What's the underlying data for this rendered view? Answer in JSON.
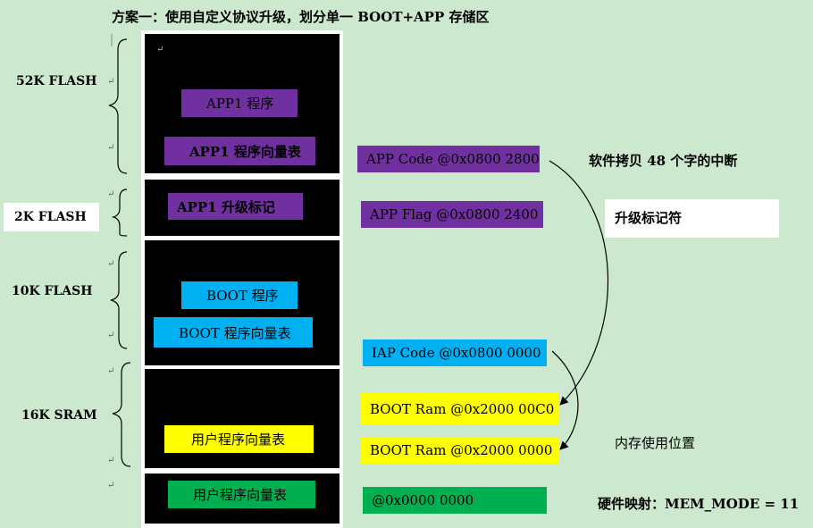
{
  "title": "方案一：使用自定义协议升级，划分单一 BOOT+APP 存储区",
  "regions": {
    "flash52": "52K FLASH",
    "flash2": "2K FLASH",
    "flash10": "10K FLASH",
    "sram16": "16K SRAM"
  },
  "blocks": {
    "app1_program": "APP1 程序",
    "app1_vector": "APP1 程序向量表",
    "app1_flag": "APP1 升级标记",
    "boot_program": "BOOT 程序",
    "boot_vector": "BOOT 程序向量表",
    "user_vector_sram": "用户程序向量表",
    "user_vector_remap": "用户程序向量表"
  },
  "addresses": {
    "app_code": "APP Code @0x0800 2800",
    "app_flag": "APP Flag @0x0800 2400",
    "iap_code": "IAP Code @0x0800 0000",
    "boot_ram_c0": "BOOT Ram @0x2000 00C0",
    "boot_ram_0": "BOOT Ram @0x2000 0000",
    "remap_addr": "@0x0000 0000"
  },
  "notes": {
    "copy": "软件拷贝  48  个字的中断",
    "flag": "升级标记符",
    "ram_pos": "内存使用位置",
    "hw_map": "硬件映射：MEM_MODE = 11"
  },
  "colors": {
    "background": "#cce8cf",
    "purple": "#7030a0",
    "cyan": "#00b0f0",
    "yellow": "#ffff00",
    "green": "#00b050"
  }
}
